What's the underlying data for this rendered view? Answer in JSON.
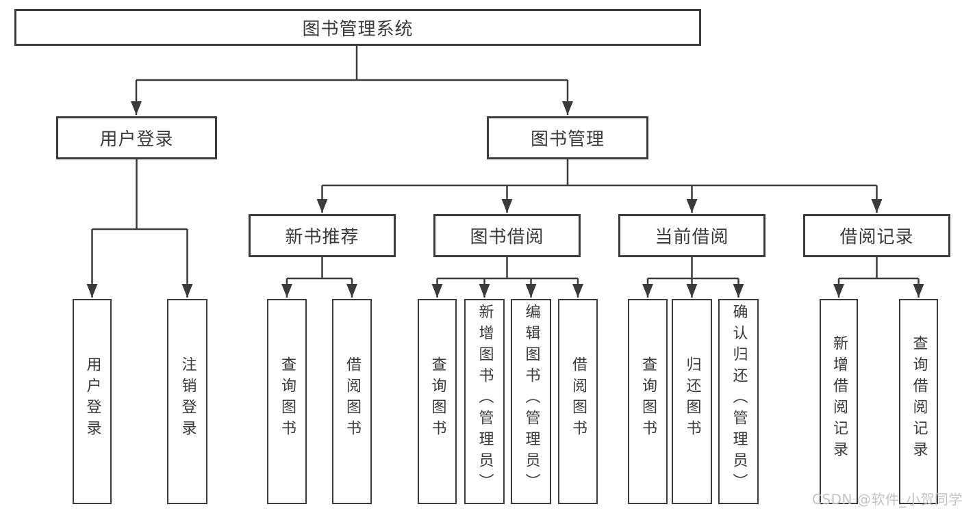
{
  "diagram": {
    "root": {
      "id": "library-management-system",
      "label": "图书管理系统"
    },
    "level2": [
      {
        "id": "user-login",
        "label": "用户登录",
        "parent": "library-management-system"
      },
      {
        "id": "book-management",
        "label": "图书管理",
        "parent": "library-management-system"
      }
    ],
    "level3": [
      {
        "id": "new-book-recommendation",
        "label": "新书推荐",
        "parent": "book-management"
      },
      {
        "id": "book-borrowing",
        "label": "图书借阅",
        "parent": "book-management"
      },
      {
        "id": "current-borrowing",
        "label": "当前借阅",
        "parent": "book-management"
      },
      {
        "id": "borrowing-records",
        "label": "借阅记录",
        "parent": "book-management"
      }
    ],
    "leaves": [
      {
        "id": "user-login-action",
        "label": "用户登录",
        "parent": "user-login"
      },
      {
        "id": "logout",
        "label": "注销登录",
        "parent": "user-login"
      },
      {
        "id": "query-books-recommend",
        "label": "查询图书",
        "parent": "new-book-recommendation"
      },
      {
        "id": "borrow-books-recommend",
        "label": "借阅图书",
        "parent": "new-book-recommendation"
      },
      {
        "id": "query-books-borrow",
        "label": "查询图书",
        "parent": "book-borrowing"
      },
      {
        "id": "add-book-admin",
        "label": "新增图书（管理员）",
        "parent": "book-borrowing"
      },
      {
        "id": "edit-book-admin",
        "label": "编辑图书（管理员）",
        "parent": "book-borrowing"
      },
      {
        "id": "borrow-books-borrow",
        "label": "借阅图书",
        "parent": "book-borrowing"
      },
      {
        "id": "query-books-current",
        "label": "查询图书",
        "parent": "current-borrowing"
      },
      {
        "id": "return-books",
        "label": "归还图书",
        "parent": "current-borrowing"
      },
      {
        "id": "confirm-return-admin",
        "label": "确认归还（管理员）",
        "parent": "current-borrowing"
      },
      {
        "id": "add-borrow-record",
        "label": "新增借阅记录",
        "parent": "borrowing-records"
      },
      {
        "id": "query-borrow-record",
        "label": "查询借阅记录",
        "parent": "borrowing-records"
      }
    ]
  },
  "watermark": {
    "text": "CSDN @软件_小贺同学"
  },
  "colors": {
    "line": "#3b3b3b",
    "text": "#3a3a3a",
    "watermark": "#c3c3c3",
    "background": "#ffffff"
  }
}
